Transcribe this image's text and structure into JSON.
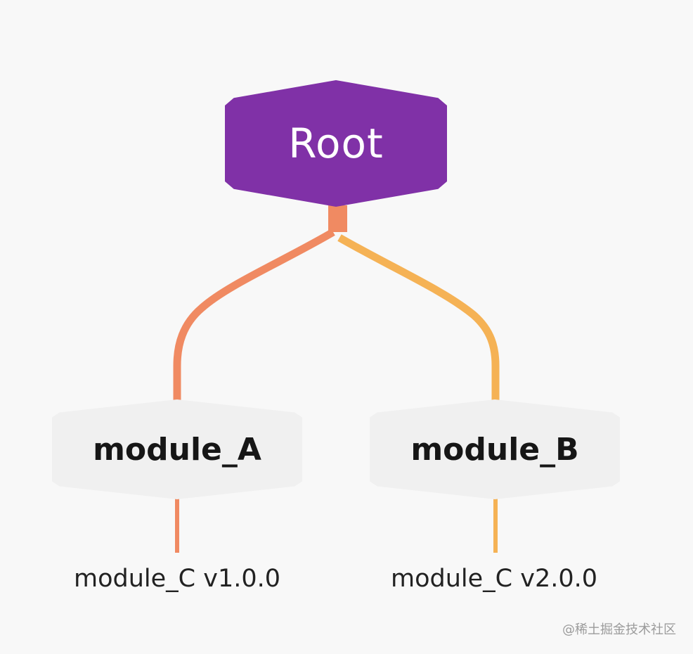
{
  "diagram": {
    "root": {
      "label": "Root",
      "color": "#8031a7"
    },
    "modules": [
      {
        "label": "module_A",
        "link_color": "#f08a62",
        "dependency": "module_C v1.0.0"
      },
      {
        "label": "module_B",
        "link_color": "#f5b255",
        "dependency": "module_C v2.0.0"
      }
    ],
    "node_fill": "#f0f0f0"
  },
  "watermark": {
    "text": "@稀土掘金技术社区"
  }
}
